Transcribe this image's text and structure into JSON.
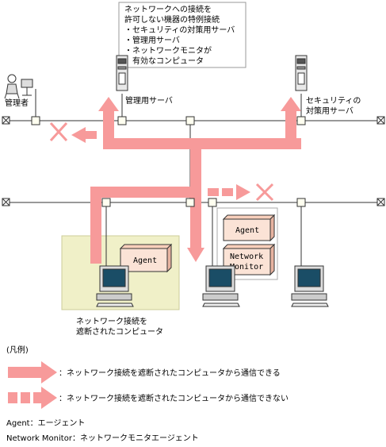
{
  "callout": {
    "lines": [
      "ネットワークへの接続を",
      "許可しない機器の特例接続",
      "・セキュリティの対策用サーバ",
      "・管理用サーバ",
      "・ネットワークモニタが",
      "　有効なコンピュータ"
    ]
  },
  "labels": {
    "admin": "管理者",
    "mgmt_server": "管理用サーバ",
    "sec_server_line1": "セキュリティの",
    "sec_server_line2": "対策用サーバ",
    "blocked_pc_line1": "ネットワーク接続を",
    "blocked_pc_line2": "遮断されたコンピュータ"
  },
  "agent_label": "Agent",
  "netmon_line1": "Network",
  "netmon_line2": "Monitor",
  "legend": {
    "title": "(凡例)",
    "can_comm": "：ネットワーク接続を遮断されたコンピュータから通信できる",
    "cannot_comm": "：ネットワーク接続を遮断されたコンピュータから通信できない",
    "agent_abbr": "Agent：エージェント",
    "netmon_abbr": "Network Monitor：ネットワークモニタエージェント"
  },
  "colors": {
    "arrow": "#f79a9a",
    "highlight_box": "#f0f0c8",
    "agent_box": "#fbe3d6"
  }
}
